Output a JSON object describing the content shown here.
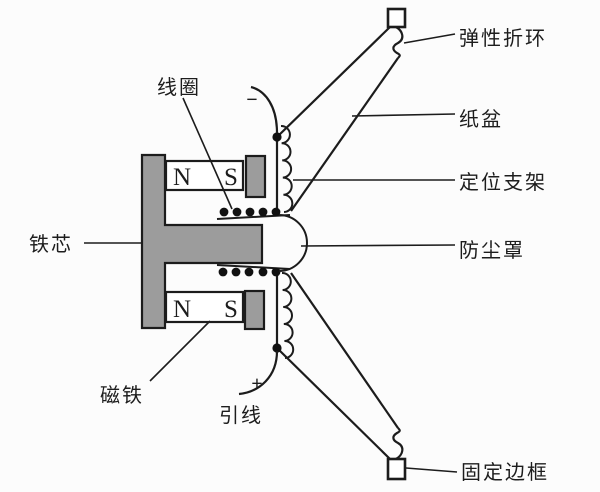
{
  "diagram": {
    "type": "loudspeaker-cross-section",
    "colors": {
      "background": "#fcfcfc",
      "line": "#1c1c1c",
      "metal_fill": "#9c9c9c",
      "magnet_fill": "#ffffff"
    },
    "labels": {
      "coil": "线圈",
      "iron_core": "铁芯",
      "magnet": "磁铁",
      "lead_wire": "引线",
      "elastic_surround": "弹性折环",
      "paper_cone": "纸盆",
      "positioning_bracket": "定位支架",
      "dust_cap": "防尘罩",
      "fixed_frame": "固定边框"
    },
    "polarity": {
      "minus": "−",
      "plus": "+"
    },
    "magnet_poles": {
      "top_n": "N",
      "top_s": "S",
      "bottom_n": "N",
      "bottom_s": "S"
    }
  }
}
